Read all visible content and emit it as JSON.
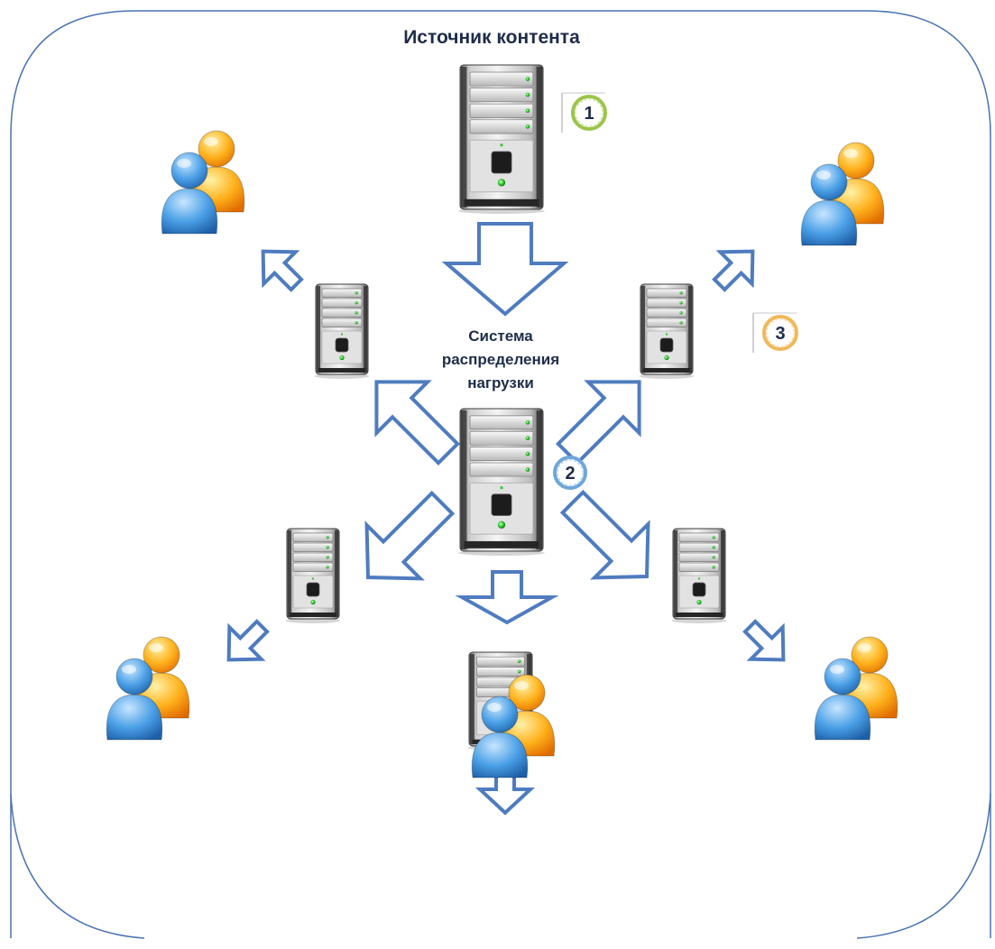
{
  "title": "Источник контента",
  "load_balancer_label": [
    "Система",
    "распределения",
    "нагрузки"
  ],
  "badges": [
    {
      "text": "1",
      "color": "#9cc54a"
    },
    {
      "text": "2",
      "color": "#6fa6d8"
    },
    {
      "text": "3",
      "color": "#f0b85a"
    }
  ],
  "colors": {
    "frame": "#4a72b0",
    "arrow": "#4f7cbf",
    "text": "#1f2d4a"
  },
  "nodes": {
    "servers": [
      "source-server",
      "load-balancer-server",
      "edge-server-top-left",
      "edge-server-top-right",
      "edge-server-bottom-left",
      "edge-server-bottom-right",
      "edge-server-bottom"
    ],
    "users": [
      "users-top-left",
      "users-top-right",
      "users-bottom-left",
      "users-bottom-right",
      "users-bottom"
    ]
  }
}
